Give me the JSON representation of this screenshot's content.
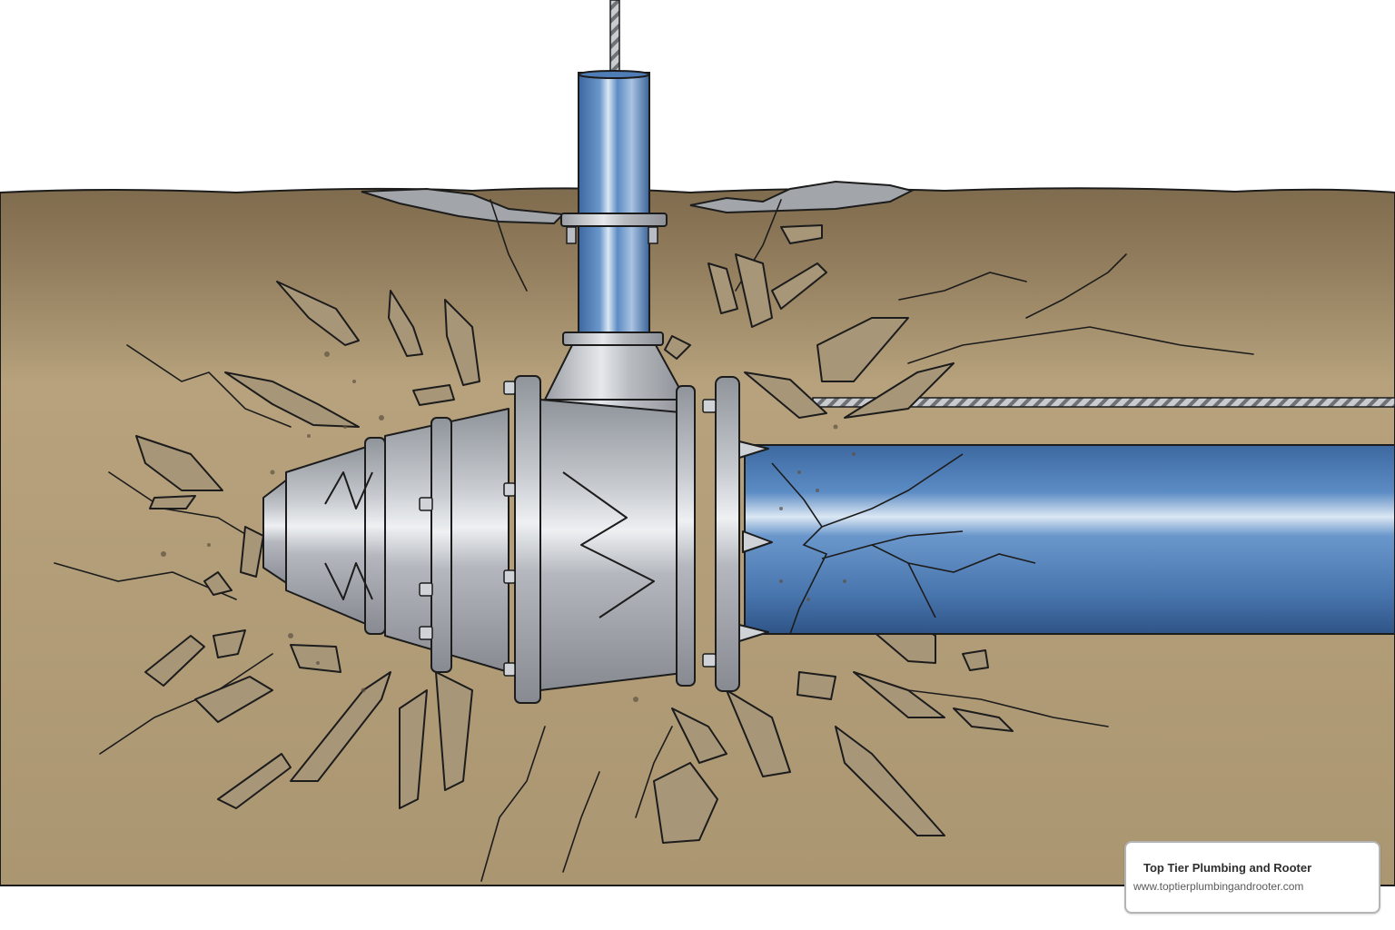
{
  "illustration": {
    "subject": "Trenchless pipe bursting head breaking an old pipe underground while pulling in a new blue pipe",
    "colors": {
      "sky": "#ffffff",
      "soil_top": "#8a7656",
      "soil_mid": "#b8a27c",
      "soil_bottom": "#ab9672",
      "new_pipe_blue": "#4f7db5",
      "new_pipe_highlight": "#d6e4f2",
      "steel": "#b9bdc3",
      "steel_dark": "#8c9096",
      "rock_fragment": "#a69377",
      "pavement_gray": "#9fa2a6",
      "outline": "#1c1c1c"
    }
  },
  "branding": {
    "company_name": "Top Tier Plumbing and Rooter",
    "website": "www.toptierplumbingandrooter.com"
  }
}
